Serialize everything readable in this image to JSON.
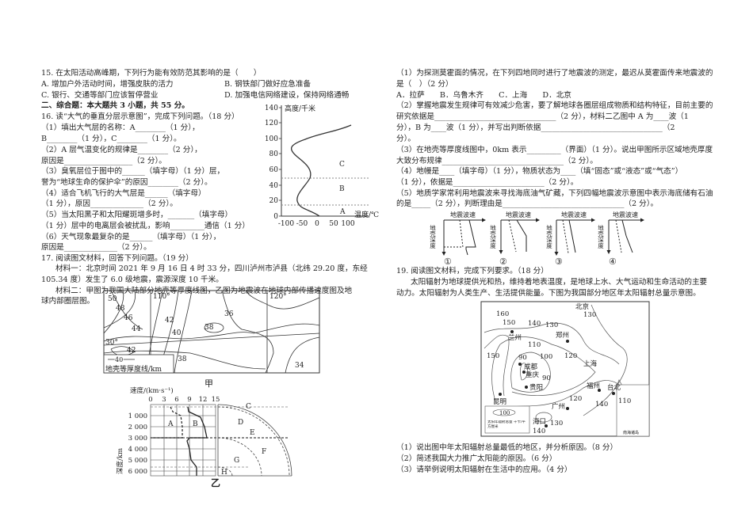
{
  "left": {
    "q15": "15. 在太阳活动高峰期，下列行为能有效防范其影响的是（　　）",
    "q15_a": "A. 增加户外活动时间，增强皮肤的活力",
    "q15_b": "B. 钢铁部门做好应急准备",
    "q15_c": "C. 银行、交通等部门应该暂停营业",
    "q15_d": "D. 加强电信网络建设，保持网络通畅",
    "section2": "二、综合题：本大题共 3 小题，共 55 分。",
    "q16": "16. 读“大气的垂直分层示意图”，完成下列问题。（18 分）",
    "q16_lines": [
      "（1）填出大气层的名称：A________（1 分），",
      "B________（1 分），C________（1 分）。",
      "（2）A 层气温变化的规律是________（2 分），",
      "原因是__________________（2 分）。",
      "（3）臭氧层位于图中的______（填字母）（1 分）层，",
      "誉为“地球生命的保护伞”的原因________（2 分）。",
      "（4）适合飞机飞行的大气层是______（填字母）",
      "（1 分），原因______________（2 分）。",
      "（5）当太阳黑子和太阳耀斑增多时，_______（填字母）",
      "（1 分）层中的电离层会被扰乱，影响_________通信（1 分）",
      "（6）天气现象最复杂的是______（填字母）（1 分），",
      "原因是______________（2 分）。"
    ],
    "q17": "17. 阅读图文材料，回答下列问题。（19 分）",
    "material1_a": "材料一：北京时间 2021 年 9 月 16 日 4 时 33 分，四川泸州市泸县（北纬 29.20 度，东经",
    "material1_b": "105.34 度）发生了 6.0 级地震，震源深度 10 千米。",
    "material2_a": "材料二：甲图为我国大陆部分地壳等厚度线图，乙图为地震波在地球内部传播速度图及地",
    "material2_b": "球内部圈层图。"
  },
  "atmo_chart": {
    "ylabel": "高度/千米",
    "xlabel": "温度/℃",
    "yticks": [
      "0",
      "20",
      "40",
      "60",
      "80",
      "100",
      "120",
      "140"
    ],
    "xticks": [
      "-100",
      "-50",
      "0",
      "50",
      "100"
    ],
    "layers": [
      "A",
      "B",
      "C"
    ]
  },
  "map_jia": {
    "caption": "甲",
    "legend_value": "40",
    "legend_label": "地壳等厚度线/km",
    "lon_labels": [
      "110°",
      "120°"
    ],
    "lat_label": "30°",
    "contours": [
      "50",
      "48",
      "46",
      "44",
      "42",
      "40",
      "42",
      "38",
      "36",
      "38",
      "34"
    ]
  },
  "chart_yi": {
    "caption": "乙",
    "xlabel": "速度/(km·s⁻¹)",
    "ylabel": "深度/km",
    "xticks": [
      "0",
      "3",
      "6",
      "9",
      "12",
      "15"
    ],
    "yticks": [
      "1 000",
      "2 000",
      "3 000",
      "4 000",
      "5 000",
      "6 000"
    ],
    "wave_labels": [
      "A",
      "B"
    ],
    "layer_labels": [
      "C",
      "D",
      "E",
      "F",
      "G",
      "H"
    ]
  },
  "right": {
    "q1_a": "（1）为探测莫霍面的情况，在下列四地同时进行了地震波的测定，最迟从莫霍面传来地震波的",
    "q1_b": "是（　）（2 分）",
    "q1_opts": "A．拉萨　　B．乌鲁木齐　　C．上海　　D．北京",
    "lines": [
      "（2）掌握地震发生规律可有效减少危害，要了解地球各圈层组成物质和结构特征，目前主要的",
      "研究依据是________________________________（2 分），材料二乙图中 A 为____波（1",
      "分），B 为____波（1 分），并写出判断依据________________________________（2",
      "分）。",
      "（3）在地壳等厚度线图中，0km 表示_________（界面）（1 分）。说出甲图所示区域地壳厚度",
      "大致分布规律________________________________（2 分）。",
      "（4）地幔是____（填字母）（1 分），物质状态为____（填“固态”或“液态”或“气态”）",
      "（1 分），依据是________________________（2 分）。",
      "（5）地质学家常利用地震波来寻找海底油气矿藏，下列四幅地震波示意图中表示海底储有石油",
      "的是_____（2 分），判断理由是________________________________（2 分）。"
    ],
    "wave_diagram": {
      "x_label": "地震波速",
      "y_label": "地壳深度",
      "numbers": [
        "①",
        "②",
        "③",
        "④"
      ]
    },
    "q19": "19. 阅读图文材料，完成下列要求。（18 分）",
    "q19_text_a": "太阳辐射为地球提供光和热，维持着地表温度，是地球上水、大气运动和生命活动的主要",
    "q19_text_b": "动力。太阳辐射为人类生产、生活提供能量。下图为我国部分地区年太阳辐射总量示意图。",
    "q19_questions": [
      "（1）说出图中年太阳辐射总量最低的地区，并分析原因。（8 分）",
      "（2）简述我国大力推广太阳能的原因。（6 分）",
      "（3）请举例说明太阳辐射在生活中的应用。（4 分）"
    ]
  },
  "solar_map": {
    "cities": [
      "北京",
      "兰州",
      "郑州",
      "成都",
      "重庆",
      "贵阳",
      "上海",
      "福州",
      "台北",
      "昆明",
      "广州",
      "海口"
    ],
    "contours": [
      "160",
      "150",
      "140",
      "130",
      "130",
      "110",
      "100",
      "90",
      "90",
      "120",
      "150",
      "120",
      "140",
      "110",
      "130",
      "140"
    ],
    "legend_value": "100",
    "legend_text": "太阳年辐射总量 千卡/平方厘米",
    "inset_label": "南海诸岛"
  }
}
